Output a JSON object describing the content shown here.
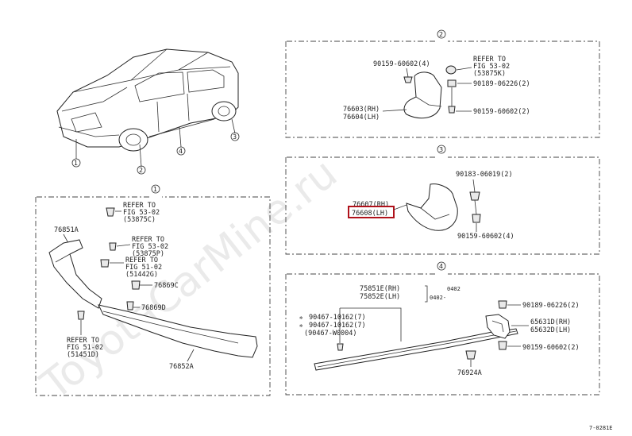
{
  "watermark": "ToyotaCarMine.ru",
  "figure_code": "7-0281E",
  "callouts": [
    "1",
    "2",
    "3",
    "4"
  ],
  "section2": {
    "id": "2",
    "labels": {
      "fastener_left": "90159-60602(4)",
      "refer_line1": "REFER TO",
      "refer_line2": "FIG 53-02",
      "refer_line3": "(53875K)",
      "nut": "90189-06226(2)",
      "bolt": "90159-60602(2)",
      "part_rh": "76603(RH)",
      "part_lh": "76604(LH)"
    }
  },
  "section3": {
    "id": "3",
    "labels": {
      "clip": "90183-06019(2)",
      "part_rh": "76607(RH)",
      "part_lh": "76608(LH)",
      "bolt": "90159-60602(4)"
    }
  },
  "section1": {
    "id": "1",
    "labels": {
      "refer_top_1": "REFER TO",
      "refer_top_2": "FIG 53-02",
      "refer_top_3": "(53875C)",
      "part_76851a": "76851A",
      "refer_mid_1": "REFER TO",
      "refer_mid_2": "FIG 53-02",
      "refer_mid_3": "(53875P)",
      "refer_low_1": "REFER TO",
      "refer_low_2": "FIG 51-02",
      "refer_low_3": "(51442G)",
      "part_76869c": "76869C",
      "part_76869d": "76869D",
      "refer_bot_1": "REFER TO",
      "refer_bot_2": "FIG 51-02",
      "refer_bot_3": "(51451D)",
      "part_76852a": "76852A"
    }
  },
  "section4": {
    "id": "4",
    "labels": {
      "rh": "75851E(RH)",
      "lh": "75852E(LH)",
      "date1": "0402",
      "date2": "0402-",
      "clip1": "90467-10162(7)",
      "clip2": "90467-10162(7)",
      "clip3": "(90467-W0004)",
      "nut": "90189-06226(2)",
      "flap_rh": "65631D(RH)",
      "flap_lh": "65632D(LH)",
      "bolt": "90159-60602(2)",
      "clip_76924a": "76924A"
    }
  }
}
